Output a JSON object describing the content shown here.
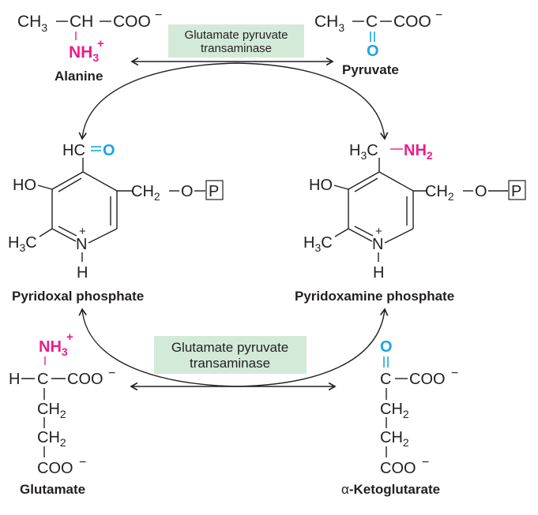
{
  "colors": {
    "amino": "#ec1c8c",
    "keto": "#1ba6e0",
    "enzyme_box": "#d4ead9",
    "text": "#231f20"
  },
  "alanine": {
    "chain_left": "CH",
    "chain_left_sub": "3",
    "chain_mid": "CH",
    "chain_right": "COO",
    "charge": "−",
    "amino_group": "NH",
    "amino_sub": "3",
    "amino_charge": "+",
    "name": "Alanine"
  },
  "pyruvate": {
    "chain_left": "CH",
    "chain_left_sub": "3",
    "chain_mid": "C",
    "chain_right": "COO",
    "charge": "−",
    "keto_oxygen": "O",
    "name": "Pyruvate"
  },
  "enzyme_top": {
    "line1": "Glutamate pyruvate",
    "line2": "transaminase"
  },
  "enzyme_bottom": {
    "line1": "Glutamate pyruvate",
    "line2": "transaminase"
  },
  "pyridoxal": {
    "aldehyde_h": "HC",
    "aldehyde_o": "O",
    "hydroxyl": "HO",
    "methyl": "H",
    "methyl_sub": "3",
    "methyl_c": "C",
    "side_chain": "CH",
    "side_sub": "2",
    "side_o": "O",
    "phosphate": "P",
    "ring_n": "N",
    "ring_charge": "+",
    "ring_h": "H",
    "name": "Pyridoxal phosphate"
  },
  "pyridoxamine": {
    "amine_c_h": "H",
    "amine_c_sub": "3",
    "amine_c": "C",
    "amine_group": "NH",
    "amine_sub": "2",
    "hydroxyl": "HO",
    "methyl": "H",
    "methyl_sub": "3",
    "methyl_c": "C",
    "side_chain": "CH",
    "side_sub": "2",
    "side_o": "O",
    "phosphate": "P",
    "ring_n": "N",
    "ring_charge": "+",
    "ring_h": "H",
    "name": "Pyridoxamine phosphate"
  },
  "glutamate": {
    "amino_group": "NH",
    "amino_sub": "3",
    "amino_charge": "+",
    "h": "H",
    "alpha_c": "C",
    "carboxyl": "COO",
    "charge": "−",
    "ch2_a": "CH",
    "ch2_b": "CH",
    "sub2": "2",
    "terminal": "COO",
    "name": "Glutamate"
  },
  "ketoglutarate": {
    "keto_oxygen": "O",
    "alpha_c": "C",
    "carboxyl": "COO",
    "charge": "−",
    "ch2_a": "CH",
    "ch2_b": "CH",
    "sub2": "2",
    "terminal": "COO",
    "name_prefix": "α",
    "name": "-Ketoglutarate"
  }
}
